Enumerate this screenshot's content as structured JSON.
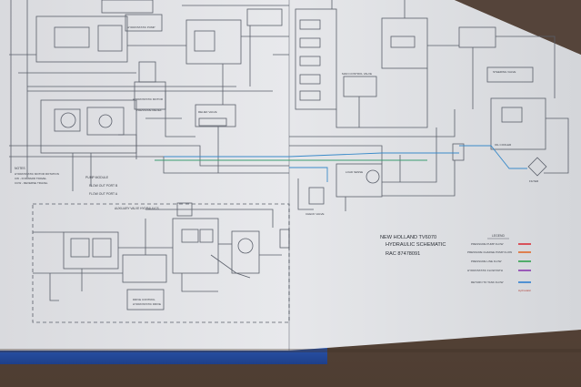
{
  "title_block": {
    "line1": "NEW HOLLAND TV6070",
    "line2": "HYDRAULIC SCHEMATIC",
    "part_no": "RAC 87478091"
  },
  "legend": {
    "heading": "LEGEND",
    "items": [
      {
        "label": "PRESSURE PUMP FLOW",
        "color": "#d8303a"
      },
      {
        "label": "PRESSURE CHARGE PUMP FLOW",
        "color": "#e06a2c"
      },
      {
        "label": "PRESSURE LINE FLOW",
        "color": "#2fa14d"
      },
      {
        "label": "HYDROSTATIC FLOW PATH",
        "color": "#8a3ab0"
      },
      {
        "label": "RETURN TO TANK FLOW",
        "color": "#2f7fd0"
      }
    ],
    "footnote": "Hydrostatic"
  },
  "labels": {
    "notes": "NOTES",
    "note_line1": "HYDROSTATIC MOTOR ROTATION",
    "note_line2": "CW - FORWARD TRAVEL",
    "note_line3": "CCW - REVERSE TRAVEL",
    "pump_label": "PUMP MODULE",
    "flow_out_a": "FLOW OUT PORT A",
    "flow_out_b": "FLOW OUT PORT B",
    "auxiliary": "AUXILIARY VALVE HYDRAULICS",
    "hydrostatic_motor": "HYDROSTATIC MOTOR",
    "pressure_relief": "PRESSURE RELIEF",
    "hydrostatic_pump": "HYDROSTATIC PUMP",
    "relief_valve": "RELIEF VALVE",
    "main_valve": "MAIN CONTROL VALVE",
    "load_sense": "LOAD SENSE",
    "steering": "STEERING VALVE",
    "cooler": "OIL COOLER",
    "filter": "FILTER",
    "check_valve": "CHECK VALVE",
    "drive_control": "DRIVE CONTROL",
    "hydrostatic_drive": "HYDROSTATIC DRIVE"
  }
}
